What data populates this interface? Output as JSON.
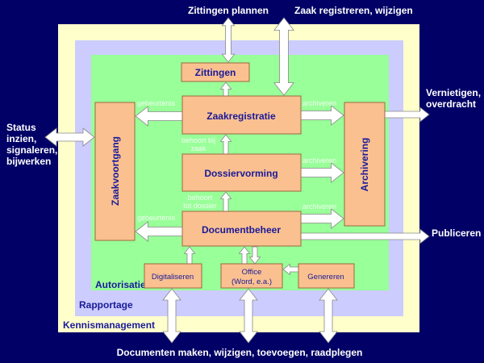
{
  "external": {
    "top_left": "Zittingen plannen",
    "top_right": "Zaak registreren, wijzigen",
    "right_top": [
      "Vernietigen,",
      "overdracht"
    ],
    "left": [
      "Status",
      "inzien,",
      "signaleren,",
      "bijwerken"
    ],
    "right_bottom": "Publiceren",
    "bottom": "Documenten maken, wijzigen, toevoegen, raadplegen"
  },
  "layers": {
    "outer": "Kennismanagement",
    "middle": "Rapportage",
    "inner": "Autorisatie"
  },
  "boxes": {
    "zittingen": "Zittingen",
    "zaakregistratie": "Zaakregistratie",
    "dossiervorming": "Dossiervorming",
    "documentbeheer": "Documentbeheer",
    "zaakvoortgang": "Zaakvoortgang",
    "archivering": "Archivering",
    "digitaliseren": "Digitaliseren",
    "office": [
      "Office",
      "(Word, e.a.)"
    ],
    "genereren": "Genereren"
  },
  "arrow_labels": {
    "gebeurtenis_1": "gebeurtenis",
    "gebeurtenis_2": "gebeurtenis",
    "archiveren_1": "archiveren",
    "archiveren_2": "archiveren",
    "archiveren_3": "archiveren",
    "behoort_bij_zaak": [
      "behoort bij",
      "zaak"
    ],
    "behoort_tot_dossier": [
      "behoort",
      "tot dossier"
    ]
  },
  "colors": {
    "background": "#000066",
    "kennis": "#ffffcc",
    "rapportage": "#ccccff",
    "autorisatie": "#99ff99",
    "box": "#fac090"
  }
}
